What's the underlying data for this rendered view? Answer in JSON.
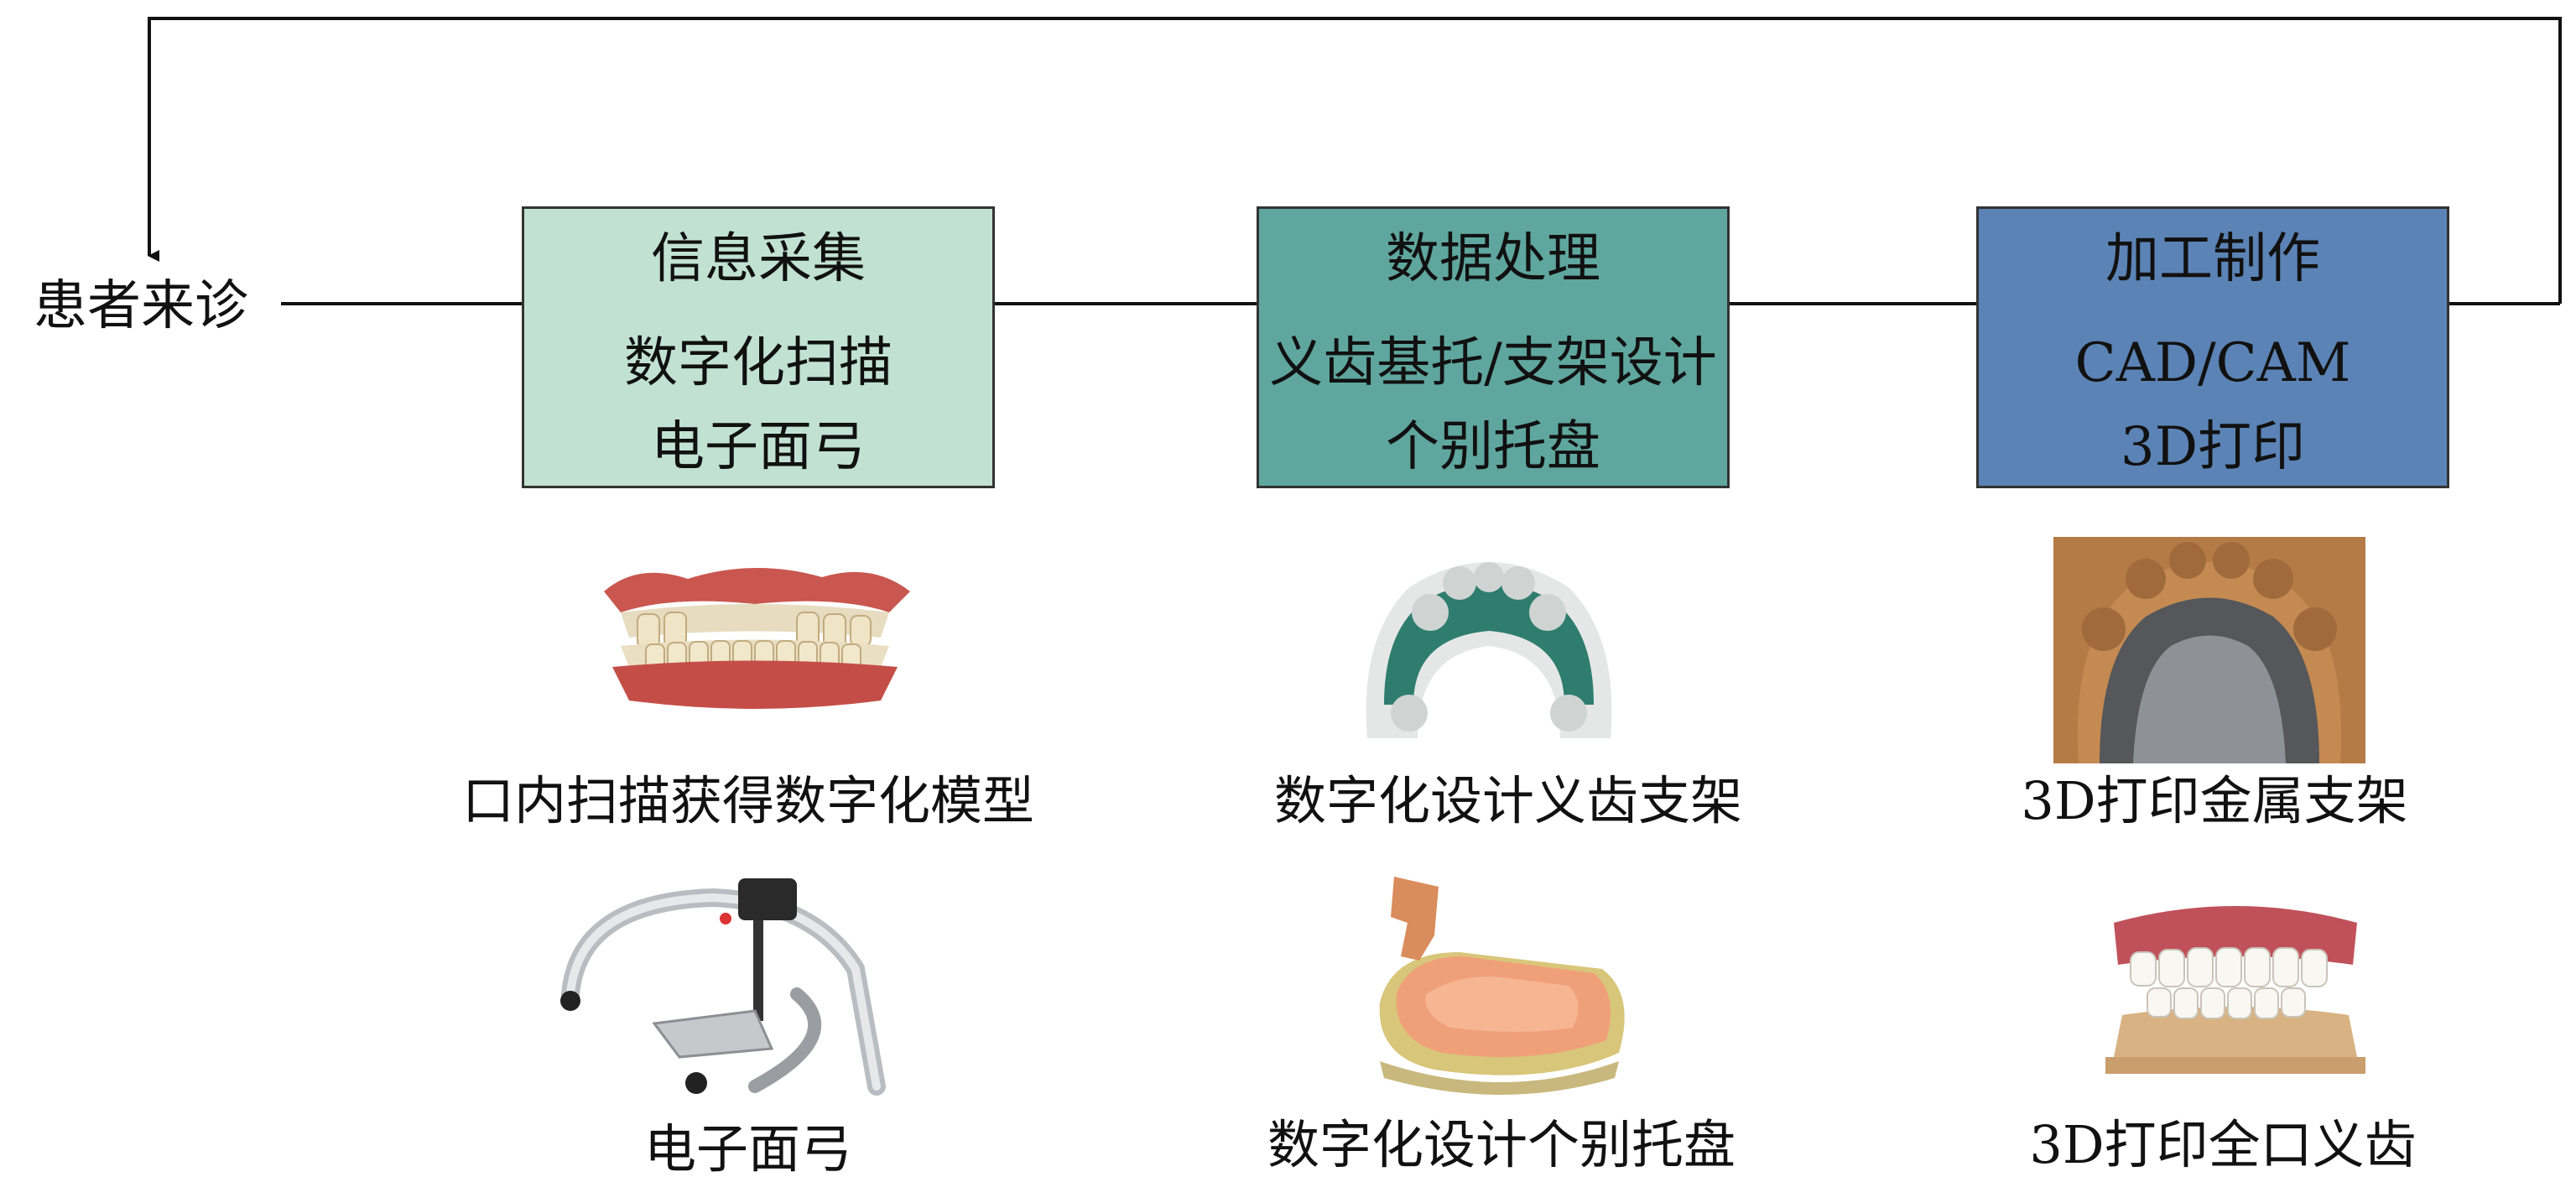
{
  "start_label": "患者来诊",
  "stages": [
    {
      "title": "信息采集",
      "lines": [
        "数字化扫描",
        "电子面弓"
      ],
      "fill": "#c1e1d3"
    },
    {
      "title": "数据处理",
      "lines": [
        "义齿基托/支架设计",
        "个别托盘"
      ],
      "fill": "#5fa69e"
    },
    {
      "title": "加工制作",
      "lines": [
        "CAD/CAM",
        "3D打印"
      ],
      "fill": "#5b83b5"
    }
  ],
  "captions": {
    "c1_top": "口内扫描获得数字化模型",
    "c1_bottom": "电子面弓",
    "c2_top": "数字化设计义齿支架",
    "c2_bottom": "数字化设计个别托盘",
    "c3_top": "3D打印金属支架",
    "c3_bottom": "3D打印全口义齿"
  },
  "photos": [
    {
      "icon": "intraoral-scan-model-icon"
    },
    {
      "icon": "electronic-facebow-icon"
    },
    {
      "icon": "denture-framework-design-icon"
    },
    {
      "icon": "custom-tray-design-icon"
    },
    {
      "icon": "3d-printed-metal-framework-icon"
    },
    {
      "icon": "3d-printed-complete-denture-icon"
    }
  ]
}
